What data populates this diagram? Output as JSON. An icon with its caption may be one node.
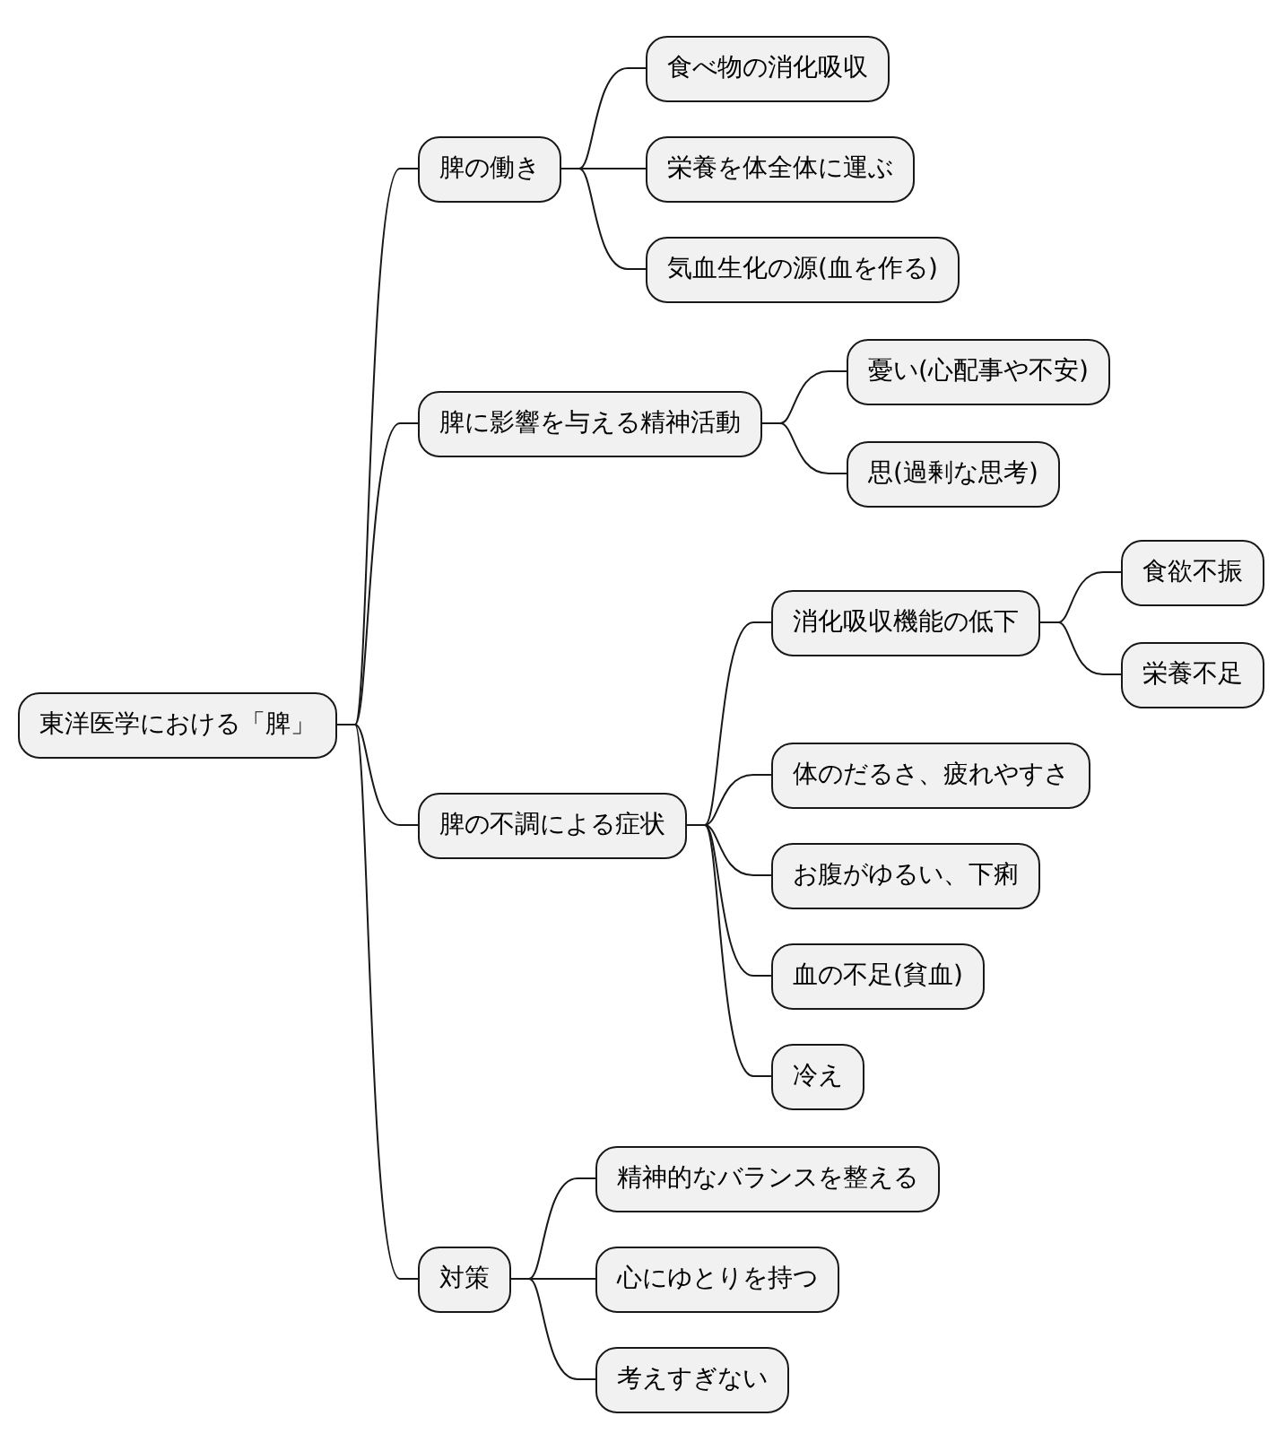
{
  "diagram": {
    "nodes": [
      {
        "text": [
          "東洋医学における「脾」"
        ]
      },
      {
        "text": [
          "脾の働き"
        ]
      },
      {
        "text": [
          "食べ物の消化吸収"
        ]
      },
      {
        "text": [
          "栄養を体全体に運ぶ"
        ]
      },
      {
        "text": [
          "気血生化の源(血を作る)"
        ]
      },
      {
        "text": [
          "脾に影響を与える精神活動"
        ]
      },
      {
        "text": [
          "憂い(心配事や不安)"
        ]
      },
      {
        "text": [
          "思(過剰な思考)"
        ]
      },
      {
        "text": [
          "脾の不調による症状"
        ]
      },
      {
        "text": [
          "消化吸収機能の低下"
        ]
      },
      {
        "text": [
          "食欲不振"
        ]
      },
      {
        "text": [
          "栄養不足"
        ]
      },
      {
        "text": [
          "体のだるさ、疲れやすさ"
        ]
      },
      {
        "text": [
          "お腹がゆるい、下痢"
        ]
      },
      {
        "text": [
          "血の不足(貧血)"
        ]
      },
      {
        "text": [
          "冷え"
        ]
      },
      {
        "text": [
          "対策"
        ]
      },
      {
        "text": [
          "精神的なバランスを整える"
        ]
      },
      {
        "text": [
          "心にゆとりを持つ"
        ]
      },
      {
        "text": [
          "考えすぎない"
        ]
      }
    ],
    "edges": [
      {
        "from": 0,
        "to": 1,
        "arrow": "none"
      },
      {
        "from": 1,
        "to": 2,
        "arrow": "none"
      },
      {
        "from": 1,
        "to": 3,
        "arrow": "none"
      },
      {
        "from": 1,
        "to": 4,
        "arrow": "none"
      },
      {
        "from": 0,
        "to": 5,
        "arrow": "none"
      },
      {
        "from": 5,
        "to": 6,
        "arrow": "none"
      },
      {
        "from": 5,
        "to": 7,
        "arrow": "none"
      },
      {
        "from": 0,
        "to": 8,
        "arrow": "none"
      },
      {
        "from": 8,
        "to": 9,
        "arrow": "none"
      },
      {
        "from": 9,
        "to": 10,
        "arrow": "none"
      },
      {
        "from": 9,
        "to": 11,
        "arrow": "none"
      },
      {
        "from": 8,
        "to": 12,
        "arrow": "none"
      },
      {
        "from": 8,
        "to": 13,
        "arrow": "none"
      },
      {
        "from": 8,
        "to": 14,
        "arrow": "none"
      },
      {
        "from": 8,
        "to": 15,
        "arrow": "none"
      },
      {
        "from": 0,
        "to": 16,
        "arrow": "none"
      },
      {
        "from": 16,
        "to": 17,
        "arrow": "none"
      },
      {
        "from": 16,
        "to": 18,
        "arrow": "none"
      },
      {
        "from": 16,
        "to": 19,
        "arrow": "none"
      }
    ]
  }
}
